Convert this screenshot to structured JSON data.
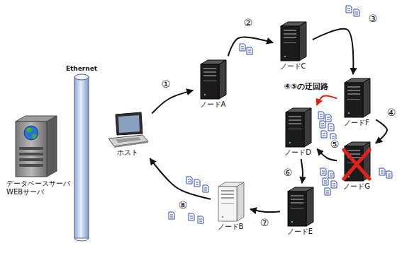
{
  "diagram": {
    "nodes": [
      {
        "text": [
          "データベースサーバ WEBサーバ"
        ]
      },
      {
        "text": [
          "Ethernet"
        ]
      },
      {
        "text": [
          "ホスト"
        ]
      },
      {
        "text": [
          "ノードA"
        ]
      },
      {
        "text": [
          "ノードC"
        ]
      },
      {
        "text": [
          "ノードF"
        ]
      },
      {
        "text": [
          "ノードG"
        ]
      },
      {
        "text": [
          "ノードD"
        ]
      },
      {
        "text": [
          "ノードE"
        ]
      },
      {
        "text": [
          "ノードB"
        ]
      }
    ],
    "edges": [
      {
        "from": 2,
        "to": 3,
        "label": "①",
        "arrow": "to"
      },
      {
        "from": 3,
        "to": 4,
        "label": "②",
        "arrow": "to"
      },
      {
        "from": 4,
        "to": 5,
        "label": "③",
        "arrow": "to"
      },
      {
        "from": 5,
        "to": 6,
        "label": "④",
        "arrow": "to"
      },
      {
        "from": 6,
        "to": 7,
        "label": "⑤",
        "arrow": "to"
      },
      {
        "from": 7,
        "to": 8,
        "label": "⑥",
        "arrow": "to"
      },
      {
        "from": 8,
        "to": 9,
        "label": "⑦",
        "arrow": "to"
      },
      {
        "from": 9,
        "to": 2,
        "label": "⑧",
        "arrow": "to"
      },
      {
        "from": 5,
        "to": 7,
        "label": "④⑤の迂回路",
        "arrow": "to"
      }
    ]
  }
}
